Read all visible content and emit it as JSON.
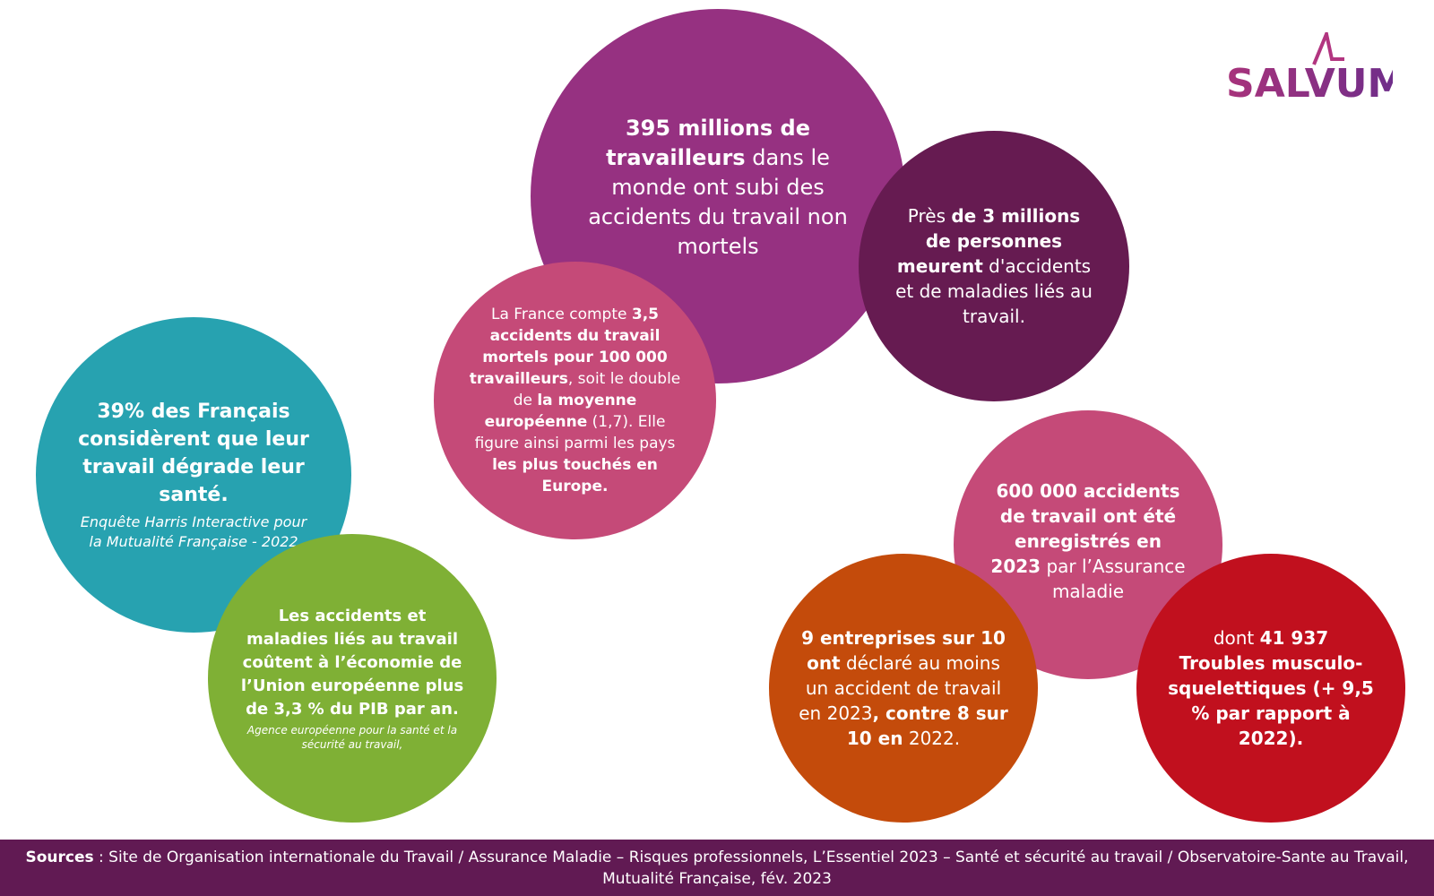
{
  "logo": {
    "text": "SALVUM",
    "colors": [
      "#a8337b",
      "#6b2d8b"
    ]
  },
  "colors": {
    "purple": "#963181",
    "dark_plum": "#661b51",
    "pink": "#c54a78",
    "teal": "#27a2b0",
    "green": "#7fb035",
    "orange": "#c44b0b",
    "red": "#c1101e",
    "footer": "#611a53"
  },
  "stats": {
    "s395": {
      "bold": "395 millions de travailleurs",
      "rest": " dans le monde ont subi des accidents du travail non mortels"
    },
    "s3m": {
      "pre": "Près ",
      "bold": "de 3 millions de personnes meurent",
      "rest": " d'accidents et de maladies liés au travail."
    },
    "france": {
      "p1": "La France compte ",
      "b1": "3,5 accidents du travail mortels pour 100 000 travailleurs",
      "p2": ", soit le double de ",
      "b2": "la moyenne européenne",
      "p3": " (1,7). Elle figure ainsi parmi les pays ",
      "b3": "les plus touchés en Europe."
    },
    "s39": {
      "title": "39% des Français considèrent que leur travail dégrade leur santé.",
      "source": "Enquête Harris Interactive pour la Mutualité Française - 2022"
    },
    "ue": {
      "title": "Les accidents et maladies liés au travail coûtent à l’économie de l’Union européenne plus de 3,3 % du PIB par an.",
      "source": "Agence européenne pour la santé et la sécurité au travail,"
    },
    "s600": {
      "bold": "600 000 accidents de travail ont été enregistrés en 2023",
      "rest": " par l’Assurance maladie"
    },
    "s9": {
      "b1": "9 entreprises sur 10 ont",
      "p1": " déclaré au moins un accident de travail en 2023",
      "b2": ", contre 8 sur 10 en",
      "p2": " 2022."
    },
    "s41": {
      "pre": "dont ",
      "bold": "41 937 Troubles musculo-squelettiques (+ 9,5 % par rapport à 2022)."
    }
  },
  "footer": {
    "label": "Sources",
    "text": " : Site de Organisation internationale du Travail / Assurance Maladie – Risques professionnels, L’Essentiel 2023 – Santé et sécurité au travail / Observatoire-Sante au Travail, Mutualité Française, fév. 2023"
  }
}
